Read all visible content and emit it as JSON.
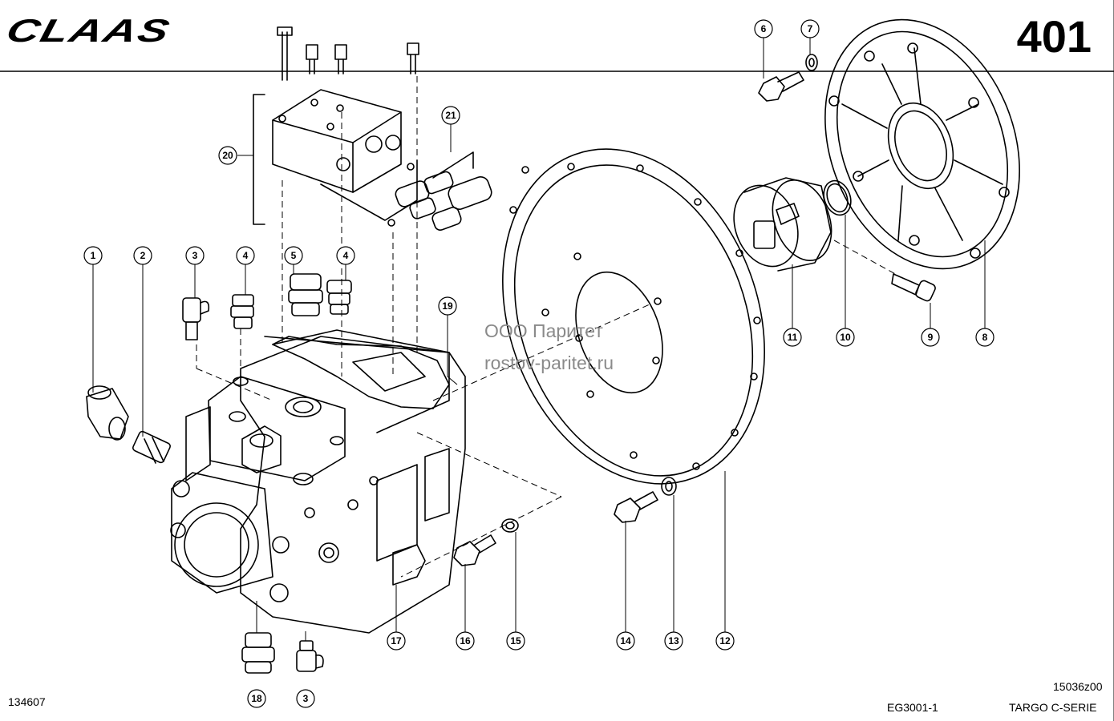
{
  "header": {
    "logo_text": "CLAAS",
    "page_number": "401"
  },
  "watermark": {
    "line1": "ООО Паритет",
    "line2": "rostov-paritet.ru"
  },
  "footer": {
    "left_code": "134607",
    "drawing_code": "15036z00",
    "group_code": "EG3001-1",
    "series": "TARGO C-SERIE"
  },
  "callouts": [
    {
      "label": "1"
    },
    {
      "label": "2"
    },
    {
      "label": "3"
    },
    {
      "label": "4"
    },
    {
      "label": "5"
    },
    {
      "label": "4"
    },
    {
      "label": "6"
    },
    {
      "label": "7"
    },
    {
      "label": "8"
    },
    {
      "label": "9"
    },
    {
      "label": "10"
    },
    {
      "label": "11"
    },
    {
      "label": "12"
    },
    {
      "label": "13"
    },
    {
      "label": "14"
    },
    {
      "label": "15"
    },
    {
      "label": "16"
    },
    {
      "label": "17"
    },
    {
      "label": "18"
    },
    {
      "label": "3"
    },
    {
      "label": "19"
    },
    {
      "label": "20"
    },
    {
      "label": "21"
    }
  ]
}
